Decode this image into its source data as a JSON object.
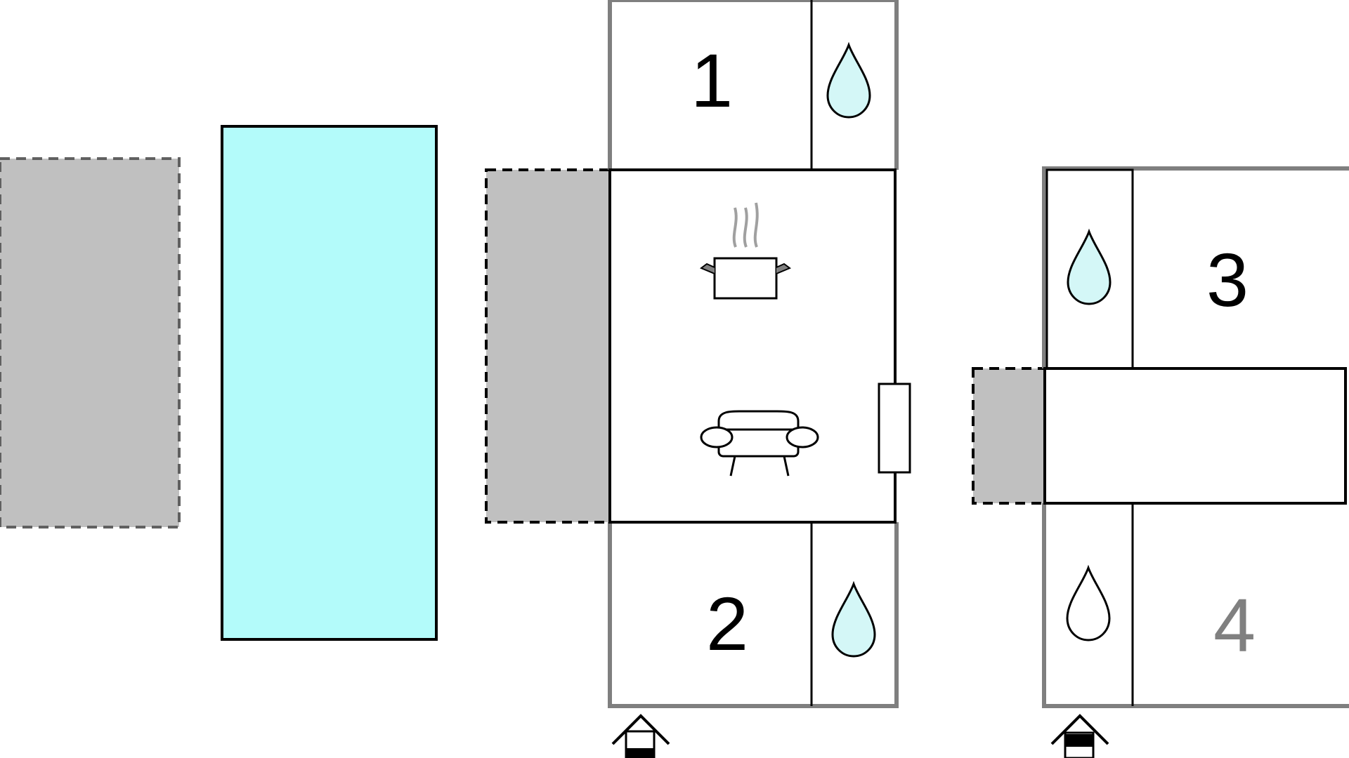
{
  "rooms": {
    "room_1": {
      "label": "1",
      "color": "#000000"
    },
    "room_2": {
      "label": "2",
      "color": "#000000"
    },
    "room_3": {
      "label": "3",
      "color": "#000000"
    },
    "room_4": {
      "label": "4",
      "color": "#808080"
    }
  },
  "icons": {
    "bathroom_1": "water-drop-icon",
    "bathroom_2": "water-drop-icon",
    "bathroom_3": "water-drop-icon",
    "bathroom_4": "water-drop-icon",
    "kitchen": "cooking-pot-icon",
    "living_room": "sofa-icon",
    "entrance_main": "house-entrance-icon",
    "entrance_annex": "house-entrance-icon"
  },
  "colors": {
    "pool": "#b3fbfa",
    "terrace": "#c0c0c0",
    "water_drop": "#d4f7f7",
    "wall_outer": "#7f7f7f",
    "wall_inner": "#000000"
  }
}
